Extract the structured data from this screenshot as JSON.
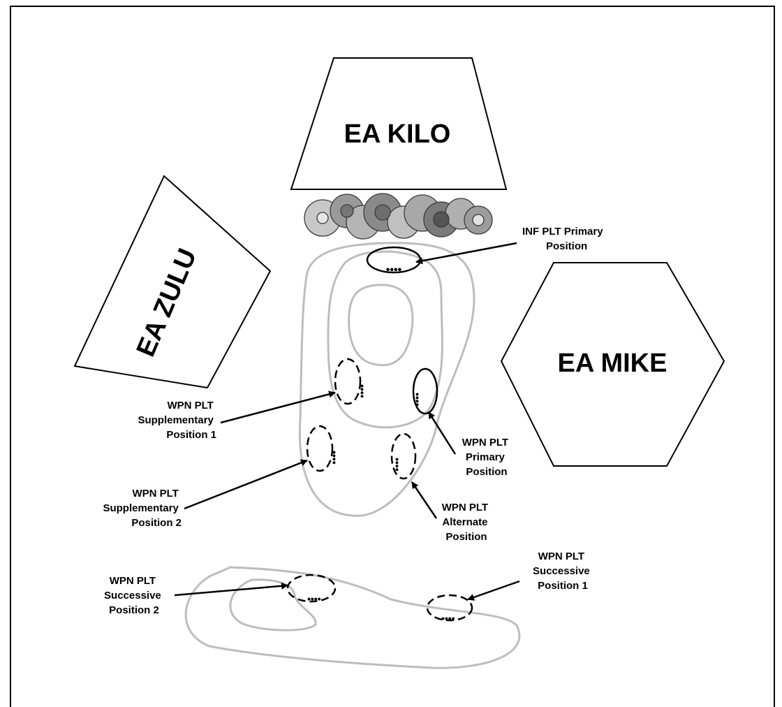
{
  "engagement_areas": {
    "kilo": "EA KILO",
    "zulu": "EA ZULU",
    "mike": "EA MIKE"
  },
  "positions": {
    "inf_primary": [
      "INF PLT Primary",
      "Position"
    ],
    "wpn_supp1": [
      "WPN PLT",
      "Supplementary",
      "Position 1"
    ],
    "wpn_supp2": [
      "WPN PLT",
      "Supplementary",
      "Position 2"
    ],
    "wpn_primary": [
      "WPN PLT",
      "Primary",
      "Position"
    ],
    "wpn_alternate": [
      "WPN PLT",
      "Alternate",
      "Position"
    ],
    "wpn_succ2": [
      "WPN PLT",
      "Successive",
      "Position 2"
    ],
    "wpn_succ1": [
      "WPN PLT",
      "Successive",
      "Position 1"
    ]
  },
  "colors": {
    "contour": "#bdbdbd",
    "vegetation_light": "#c8c8c8",
    "vegetation_dark": "#6e6e6e",
    "ink": "#000000"
  }
}
